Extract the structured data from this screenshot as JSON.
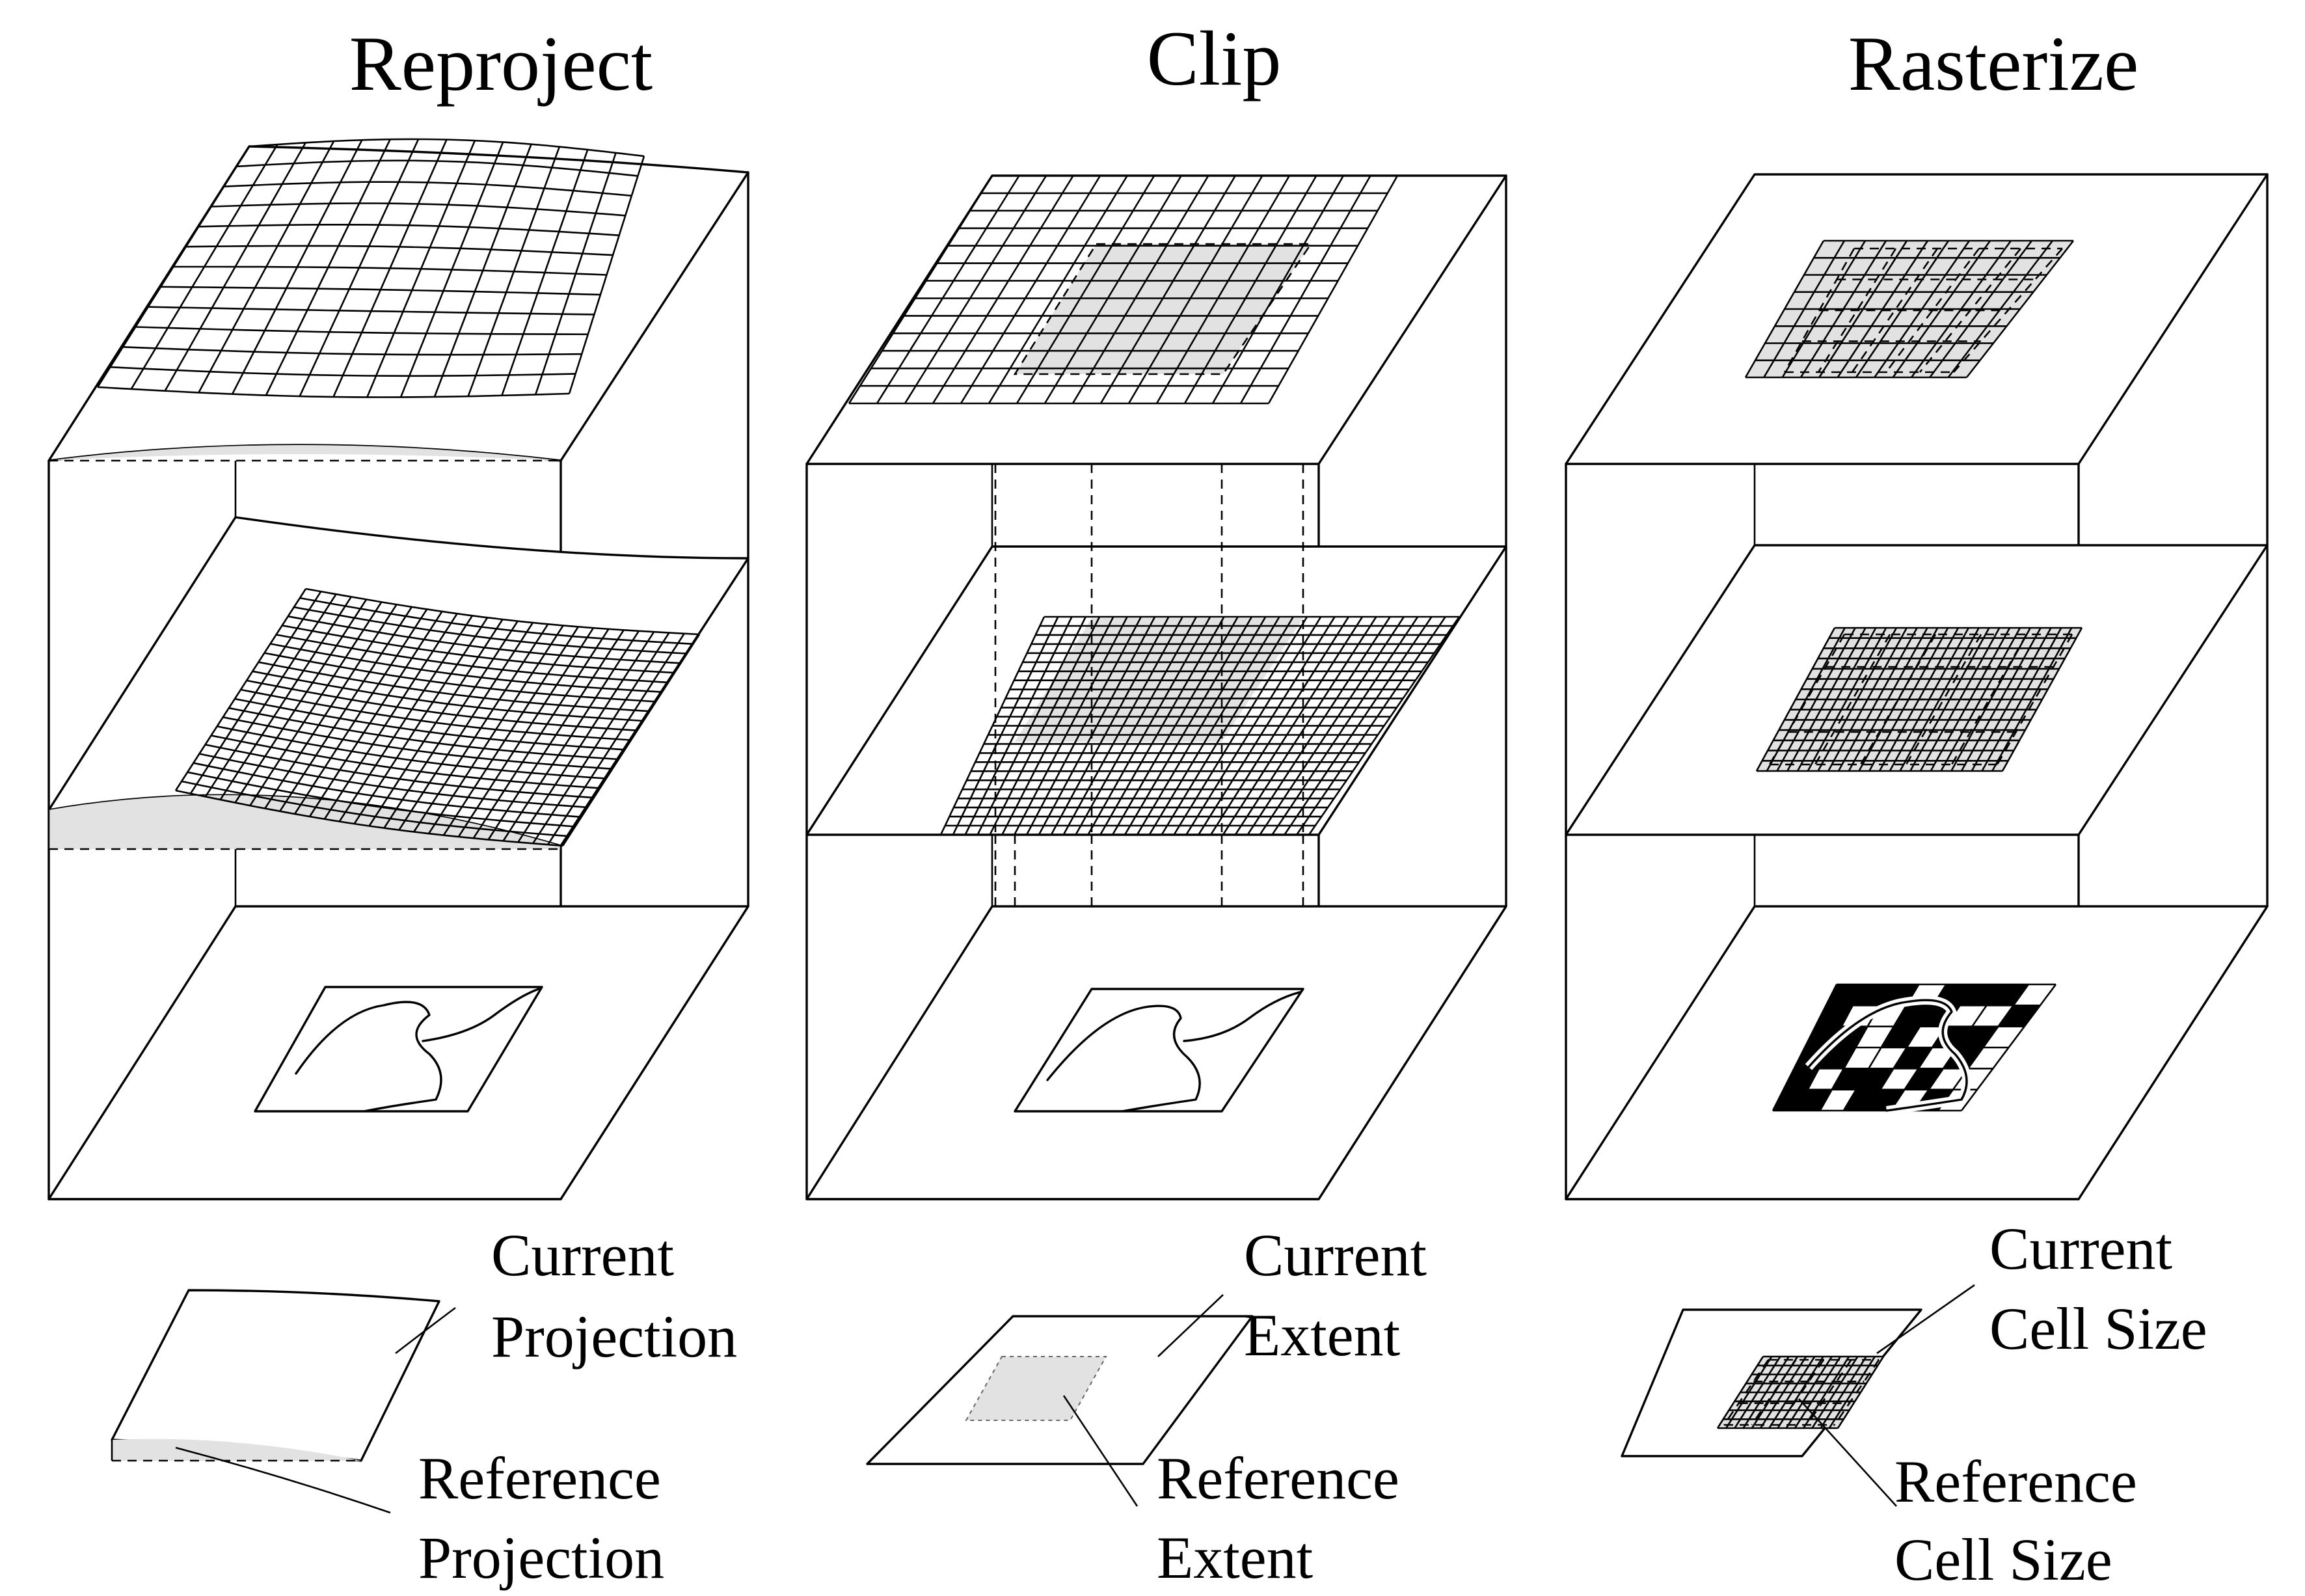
{
  "panels": [
    {
      "title": "Reproject",
      "legend_top": [
        "Current",
        "Projection"
      ],
      "legend_bottom": [
        "Reference",
        "Projection"
      ]
    },
    {
      "title": "Clip",
      "legend_top": [
        "Current",
        "Extent"
      ],
      "legend_bottom": [
        "Reference",
        "Extent"
      ]
    },
    {
      "title": "Rasterize",
      "legend_top": [
        "Current",
        "Cell Size"
      ],
      "legend_bottom": [
        "Reference",
        "Cell Size"
      ]
    }
  ],
  "colors": {
    "line": "#000000",
    "reference_fill": "#e2e2e2",
    "background": "#ffffff"
  }
}
